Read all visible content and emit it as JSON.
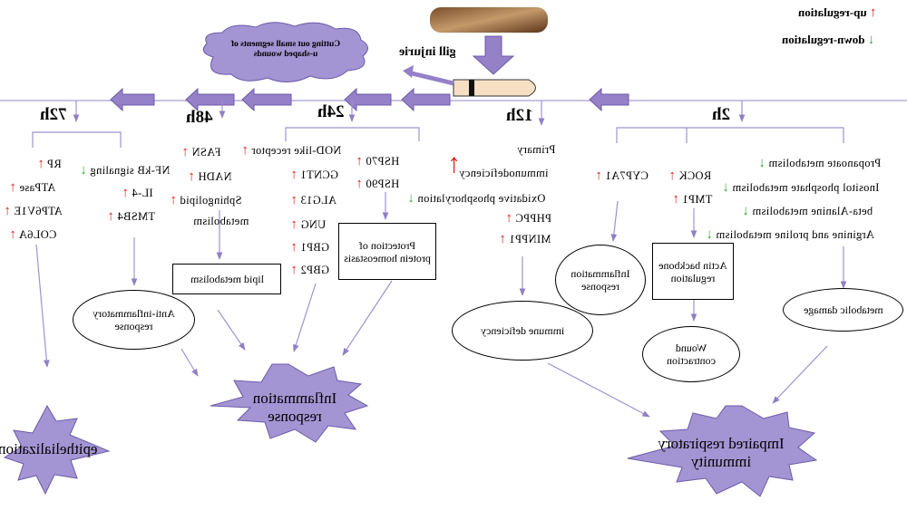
{
  "legend": {
    "up": "up-regulation",
    "down": "down-regulation",
    "up_color": "#e11c1c",
    "down_color": "#3aa33a"
  },
  "top": {
    "gill_label": "gill injurie",
    "cloud_text": "Cutting out small segments of u-shaped wounds"
  },
  "times": {
    "h2": "2h",
    "h12": "12h",
    "h24": "24h",
    "h48": "48h",
    "h72": "72h"
  },
  "col_2h": {
    "items": [
      "Propanoate metabolism",
      "Inositol phosphate metabolism",
      "beta-Alanine metabolism",
      "Arginine and proline metabolism"
    ],
    "rock": "ROCK",
    "tmp1": "TMP1",
    "cyp": "CYP7A1",
    "actin_box": "Actin backbone regulation",
    "wound": "Wound contraction",
    "inflam_small": "Inflammation response",
    "metabolic": "metabolic damage"
  },
  "col_12h": {
    "items": [
      "Primary",
      "immunodeficiency",
      "Oxidative phosphorylation",
      "PHPPC",
      "MINPP1"
    ],
    "immune": "immune deficiency"
  },
  "col_24h": {
    "hsp": [
      "HSP70",
      "HSP90"
    ],
    "protection": "Protection of protein homeostasis",
    "nod": [
      "NOD-like receptor",
      "GCNT1",
      "ALG13",
      "UNG",
      "GBP1",
      "GBP2"
    ]
  },
  "col_48h": {
    "items": [
      "FASN",
      "NADH",
      "Sphingolipid",
      "metabolism"
    ],
    "lipid": "lipid metabolism"
  },
  "col_72h": {
    "nfkb": [
      "NF-kB signaling",
      "IL-4",
      "TMSB4"
    ],
    "rp": [
      "RP",
      "ATPase",
      "ATP6V1E",
      "COL6A"
    ],
    "anti": "Anti-inflammatory response"
  },
  "outcomes": {
    "epithelialization": "epithelialization",
    "inflammation": "Inflammation response",
    "impaired": "Impaired respiratory immunity"
  }
}
